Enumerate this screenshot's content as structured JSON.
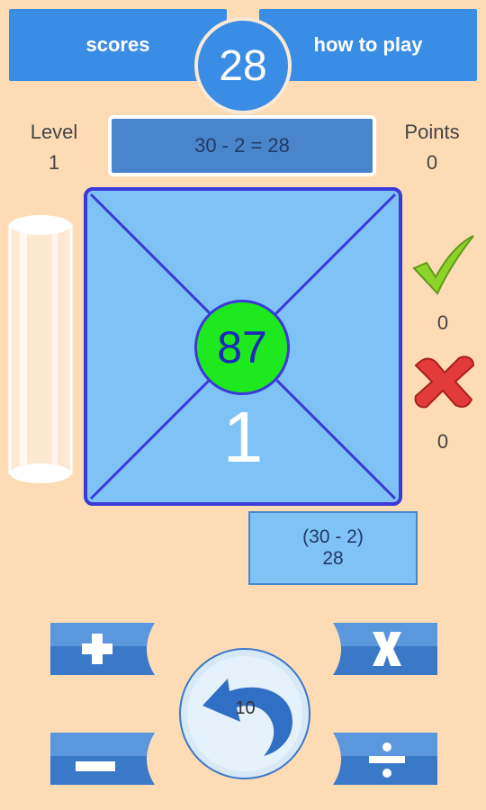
{
  "header": {
    "scores_label": "scores",
    "how_to_play_label": "how to play",
    "target": "28"
  },
  "stats": {
    "level_label": "Level",
    "level_value": "1",
    "points_label": "Points",
    "points_value": "0"
  },
  "expression": "30 - 2 = 28",
  "board": {
    "center_number": "87",
    "big_number": "1"
  },
  "history": {
    "line1": "(30 - 2)",
    "line2": "28"
  },
  "counters": {
    "correct": "0",
    "wrong": "0"
  },
  "controls": {
    "undo_count": "10",
    "ops": [
      "plus",
      "times",
      "minus",
      "divide"
    ]
  },
  "colors": {
    "background": "#fddcb5",
    "accent": "#3a8de4",
    "board": "#7fc2f6",
    "center": "#1ee81e"
  }
}
